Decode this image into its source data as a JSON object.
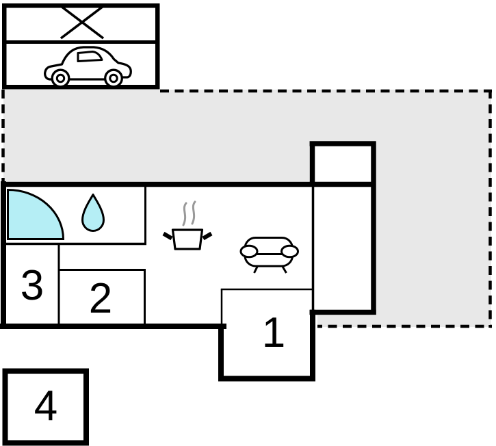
{
  "floor_plan": {
    "rooms": [
      {
        "label": "1"
      },
      {
        "label": "2"
      },
      {
        "label": "3"
      },
      {
        "label": "4"
      }
    ],
    "icons": {
      "carport": [
        "x-mark-icon",
        "car-icon"
      ],
      "bathroom": [
        "shower-icon",
        "water-drop-icon"
      ],
      "kitchen": [
        "cooking-pot-icon",
        "steam-icon"
      ],
      "living_room": [
        "sofa-icon"
      ]
    },
    "colors": {
      "wall": "#000000",
      "water_feature": "#b5eef5",
      "terrace_fill": "#e8e8e8",
      "steam": "#999999",
      "background": "#ffffff"
    }
  }
}
